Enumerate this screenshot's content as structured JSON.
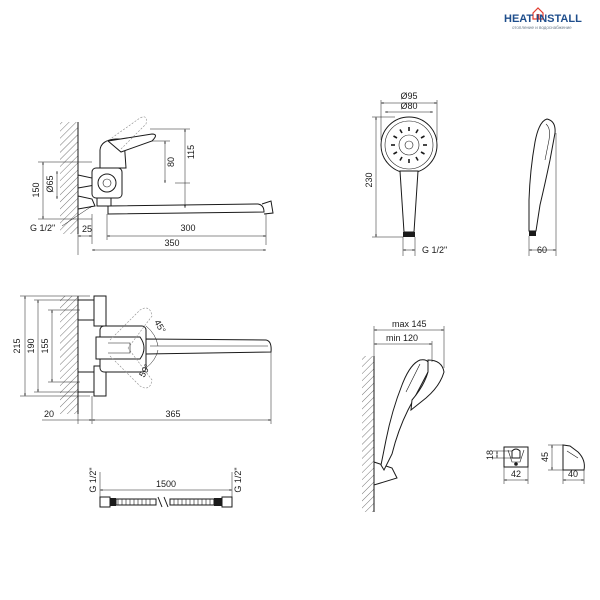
{
  "brand": {
    "name": "HEAT INSTALL",
    "tagline": "отопление и водоснабжение",
    "accent": "#1f4e8c",
    "accent2": "#e23b2e"
  },
  "dims": {
    "side_150": "150",
    "side_65": "Ø65",
    "side_g12": "G 1/2\"",
    "side_25": "25",
    "side_80": "80",
    "side_115": "115",
    "side_300": "300",
    "side_350": "350",
    "head_95": "Ø95",
    "head_80": "Ø80",
    "head_230": "230",
    "head_g12": "G 1/2\"",
    "head_60": "60",
    "top_215": "215",
    "top_190": "190",
    "top_155": "155",
    "top_20": "20",
    "top_365": "365",
    "top_45": "45°",
    "top_50": "50°",
    "wall_max": "max 145",
    "wall_min": "min 120",
    "hose_g12_left": "G 1/2\"",
    "hose_1500": "1500",
    "hose_g12_right": "G 1/2\"",
    "holder_18": "18",
    "holder_42": "42",
    "holder_45": "45",
    "holder_40": "40"
  }
}
